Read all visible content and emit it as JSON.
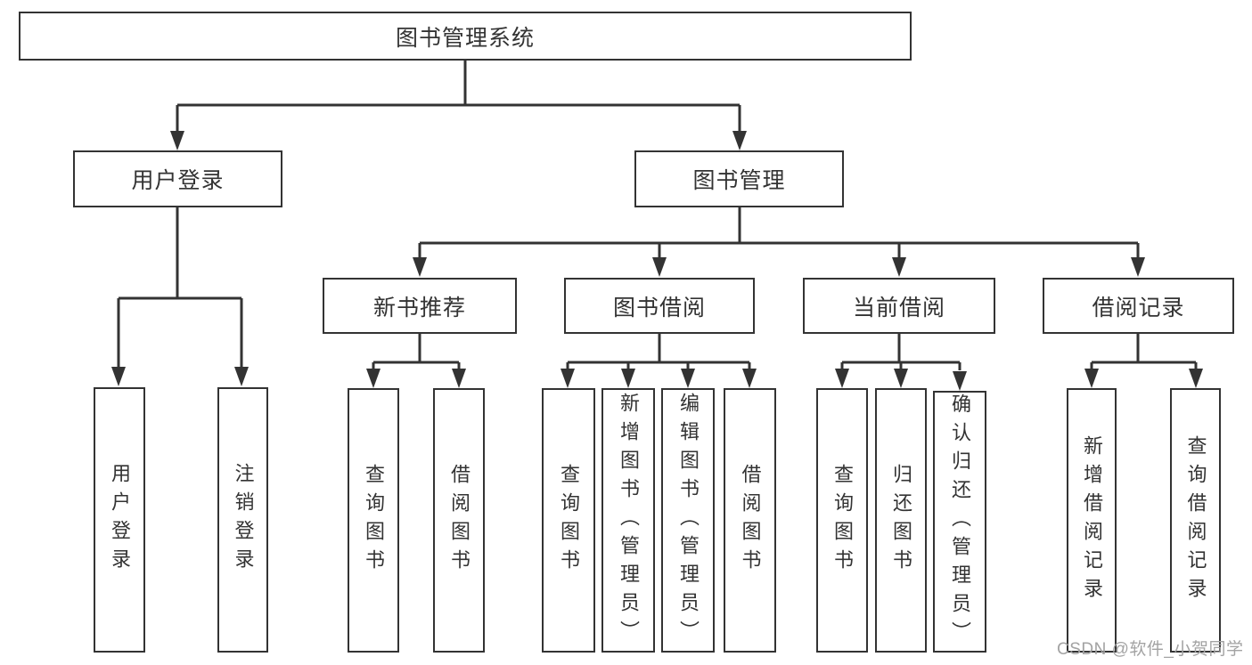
{
  "diagram": {
    "colors": {
      "line": "#333333",
      "box_border": "#333333",
      "text": "#333333",
      "background": "#ffffff",
      "watermark": "#a3a3a3"
    },
    "tree": {
      "root": {
        "label": "图书管理系统",
        "children": [
          {
            "label": "用户登录",
            "children": [
              {
                "label": "用户登录"
              },
              {
                "label": "注销登录"
              }
            ]
          },
          {
            "label": "图书管理",
            "children": [
              {
                "label": "新书推荐",
                "children": [
                  {
                    "label": "查询图书"
                  },
                  {
                    "label": "借阅图书"
                  }
                ]
              },
              {
                "label": "图书借阅",
                "children": [
                  {
                    "label": "查询图书"
                  },
                  {
                    "label": "新增图书（管理员）"
                  },
                  {
                    "label": "编辑图书（管理员）"
                  },
                  {
                    "label": "借阅图书"
                  }
                ]
              },
              {
                "label": "当前借阅",
                "children": [
                  {
                    "label": "查询图书"
                  },
                  {
                    "label": "归还图书"
                  },
                  {
                    "label": "确认归还（管理员）"
                  }
                ]
              },
              {
                "label": "借阅记录",
                "children": [
                  {
                    "label": "新增借阅记录"
                  },
                  {
                    "label": "查询借阅记录"
                  }
                ]
              }
            ]
          }
        ]
      }
    },
    "watermark": {
      "text": "CSDN @软件_小贺同学"
    }
  }
}
